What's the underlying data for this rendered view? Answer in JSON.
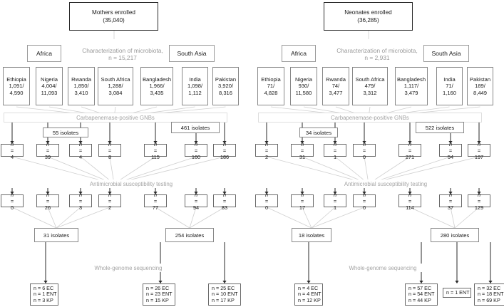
{
  "panels": [
    {
      "id": "mothers",
      "title": "Mothers enrolled",
      "count": "(35,040)",
      "microbiota_label": "Characterization of microbiota,",
      "microbiota_n": "n = 15,217",
      "regions": [
        "Africa",
        "South Asia"
      ],
      "sites": [
        {
          "name": "Ethiopia",
          "value": "1,091/\n4,590",
          "cp": "4",
          "ast": "0"
        },
        {
          "name": "Nigeria",
          "value": "4,004/\n11,093",
          "cp": "39",
          "ast": "26"
        },
        {
          "name": "Rwanda",
          "value": "1,850/\n3,410",
          "cp": "4",
          "ast": "3"
        },
        {
          "name": "South Africa",
          "value": "1,288/\n3,084",
          "cp": "8",
          "ast": "2"
        },
        {
          "name": "Bangladesh",
          "value": "1,966/\n3,435",
          "cp": "115",
          "ast": "77"
        },
        {
          "name": "India",
          "value": "1,098/\n1,112",
          "cp": "160",
          "ast": "94"
        },
        {
          "name": "Pakistan",
          "value": "3,920/\n8,316",
          "cp": "186",
          "ast": "83"
        }
      ],
      "cp_isolates": [
        "55 isolates",
        "461 isolates"
      ],
      "ast_isolates": [
        "31 isolates",
        "254 isolates"
      ],
      "wgs": [
        {
          "lines": [
            "n = 6 EC",
            "n = 1 ENT",
            "n = 3 KP"
          ]
        },
        {
          "lines": [
            "n = 26 EC",
            "n = 23 ENT",
            "n = 15 KP"
          ]
        },
        {
          "lines": [
            "n = 25 EC",
            "n = 10 ENT",
            "n = 17 KP"
          ]
        }
      ]
    },
    {
      "id": "neonates",
      "title": "Neonates enrolled",
      "count": "(36,285)",
      "microbiota_label": "Characterization of microbiota,",
      "microbiota_n": "n = 2,931",
      "regions": [
        "Africa",
        "South Asia"
      ],
      "sites": [
        {
          "name": "Ethiopia",
          "value": "71/\n4,828",
          "cp": "2",
          "ast": "0"
        },
        {
          "name": "Nigeria",
          "value": "930/\n11,580",
          "cp": "31",
          "ast": "17"
        },
        {
          "name": "Rwanda",
          "value": "74/\n3,477",
          "cp": "1",
          "ast": "1"
        },
        {
          "name": "South Africa",
          "value": "479/\n3,312",
          "cp": "0",
          "ast": "0"
        },
        {
          "name": "Bangladesh",
          "value": "1,117/\n3,479",
          "cp": "271",
          "ast": "114"
        },
        {
          "name": "India",
          "value": "71/\n1,160",
          "cp": "54",
          "ast": "37"
        },
        {
          "name": "Pakistan",
          "value": "189/\n8,449",
          "cp": "197",
          "ast": "129"
        }
      ],
      "cp_isolates": [
        "34 isolates",
        "522 isolates"
      ],
      "ast_isolates": [
        "18 isolates",
        "280 isolates"
      ],
      "wgs": [
        {
          "lines": [
            "n = 4 EC",
            "n = 4 ENT",
            "n = 12 KP"
          ]
        },
        {
          "lines": [
            "n = 57 EC",
            "n = 54 ENT",
            "n = 44 KP"
          ]
        },
        {
          "lines": [
            "n = 1 ENT"
          ]
        },
        {
          "lines": [
            "n = 32 EC",
            "n = 18 ENT",
            "n = 69 KP"
          ]
        }
      ]
    }
  ],
  "bands": {
    "carbapenemase": "Carbapenemase-positive GNBs",
    "ast": "Antimicrobial susceptibility testing",
    "wgs": "Whole-genome sequencing"
  },
  "colors": {
    "line": "#2a2a2a",
    "faint_line": "#cfcfcf",
    "band_text": "#a4a4a4"
  }
}
